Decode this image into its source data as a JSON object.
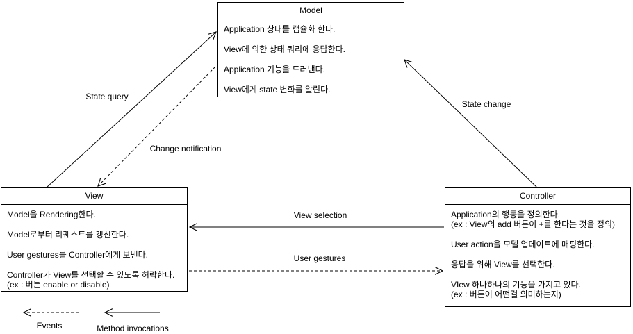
{
  "colors": {
    "line": "#000000",
    "border": "#000000",
    "background": "#ffffff",
    "text": "#000000"
  },
  "boxes": {
    "model": {
      "title": "Model",
      "paragraphs": [
        [
          "Application 상태를 캡슐화 한다."
        ],
        [
          "View에 의한 상태 쿼리에 응답한다."
        ],
        [
          "Application 기능을 드러낸다."
        ],
        [
          "View에게 state 변화를 알린다."
        ]
      ]
    },
    "view": {
      "title": "View",
      "paragraphs": [
        [
          "Model을 Rendering한다."
        ],
        [
          "Model로부터 리퀘스트를 갱신한다."
        ],
        [
          "User gestures를 Controller에게 보낸다."
        ],
        [
          "Controller가 View를 선택할 수 있도록 허락한다.",
          "(ex : 버튼 enable or disable)"
        ]
      ]
    },
    "controller": {
      "title": "Controller",
      "paragraphs": [
        [
          "Application의 행동을 정의한다.",
          "(ex : View의 add 버튼이 +를 한다는 것을 정의)"
        ],
        [
          "User action을 모델 업데이트에 매핑한다."
        ],
        [
          "응답을 위해 View를 선택한다."
        ],
        [
          "VIew 하나하나의 기능을 가지고 있다.",
          "(ex : 버튼이 어떤걸 의미하는지)"
        ]
      ]
    }
  },
  "edges": {
    "state_query": "State query",
    "change_notification": "Change notification",
    "state_change": "State change",
    "view_selection": "View selection",
    "user_gestures": "User gestures"
  },
  "legend": {
    "events": "Events",
    "method_invocations": "Method invocations"
  }
}
